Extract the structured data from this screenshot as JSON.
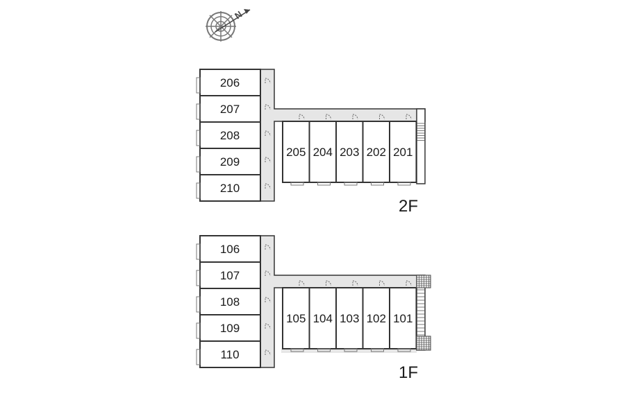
{
  "compass": {
    "icon": "compass-north-icon",
    "letter": "N"
  },
  "floors": [
    {
      "label": "2F",
      "left_units": [
        "206",
        "207",
        "208",
        "209",
        "210"
      ],
      "right_units": [
        "205",
        "204",
        "203",
        "202",
        "201"
      ]
    },
    {
      "label": "1F",
      "left_units": [
        "106",
        "107",
        "108",
        "109",
        "110"
      ],
      "right_units": [
        "105",
        "104",
        "103",
        "102",
        "101"
      ]
    }
  ],
  "colors": {
    "corridor": "#e6e6e6",
    "wall": "#333333",
    "unit_fill": "#ffffff",
    "stair": "#555555"
  }
}
